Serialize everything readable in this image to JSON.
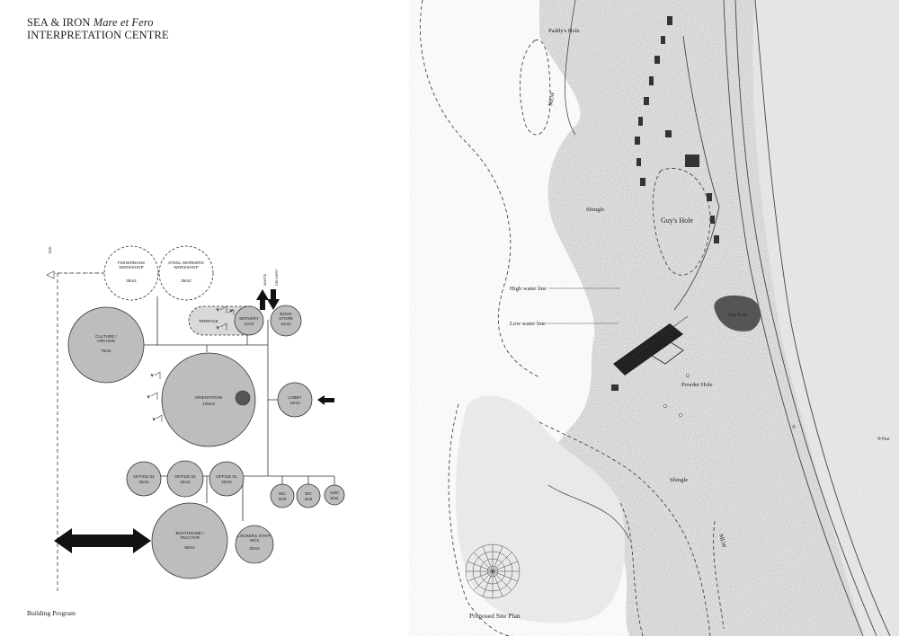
{
  "title": {
    "line1_prefix": "SEA & IRON ",
    "line1_italic": "Mare et Fero",
    "line2": "INTERPRETATION CENTRE"
  },
  "building_program": {
    "caption": "Building Program",
    "side_label": "TIDE",
    "nodes": {
      "fishermans": {
        "name": "FISHERMANS WORKSHOP",
        "area": "35m2"
      },
      "steel": {
        "name": "STEEL WORKERS WORKSHOP",
        "area": "35m2"
      },
      "terrace": {
        "name": "TERRACE"
      },
      "servery": {
        "name": "SERVERY",
        "area": "11m2"
      },
      "bookstore": {
        "name": "BOOK STORE",
        "area": "11m2"
      },
      "culture": {
        "name": "CULTURE / ARCHIVE",
        "area": "75m2"
      },
      "orientation": {
        "name": "ORIENTATION",
        "area": "125m2"
      },
      "lobby": {
        "name": "LOBBY",
        "area": "10m2"
      },
      "office03": {
        "name": "OFFICE 03",
        "area": "20m2"
      },
      "office02": {
        "name": "OFFICE 02",
        "area": "25m2"
      },
      "office01": {
        "name": "OFFICE 01",
        "area": "20m2"
      },
      "wc1": {
        "name": "WC",
        "area": "4m2"
      },
      "wc2": {
        "name": "WC",
        "area": "4m2"
      },
      "awc": {
        "name": "AWC",
        "area": "6m2"
      },
      "boathouse": {
        "name": "BOATHOUSE / TRACTOR",
        "area": "80m2"
      },
      "lockers": {
        "name": "LOCKERS STAFF WCs",
        "area": "20m2"
      }
    },
    "arrow_labels": {
      "waste": "WASTE",
      "delivery": "DELIVERY"
    },
    "view_marks": [
      "V",
      "V",
      "V",
      "V",
      "V",
      "V"
    ]
  },
  "site_plan": {
    "caption": "Proposed Site Plan",
    "labels": {
      "paddys_hole": "Paddy's Hole",
      "mlw_top": "MLW",
      "shingle_top": "Shingle",
      "guys_hole": "Guy's Hole",
      "high_water": "High water line",
      "low_water": "Low water line",
      "powder_hole": "Powder Hole",
      "pond": "Tern Pond",
      "shingle_bottom": "Shingle",
      "mlw_bottom": "MLW",
      "post": "Post"
    }
  },
  "colors": {
    "node_fill": "#bdbdbd",
    "node_light": "#d9d9d9",
    "node_dark": "#555555",
    "line": "#333333",
    "arrow": "#111111"
  }
}
